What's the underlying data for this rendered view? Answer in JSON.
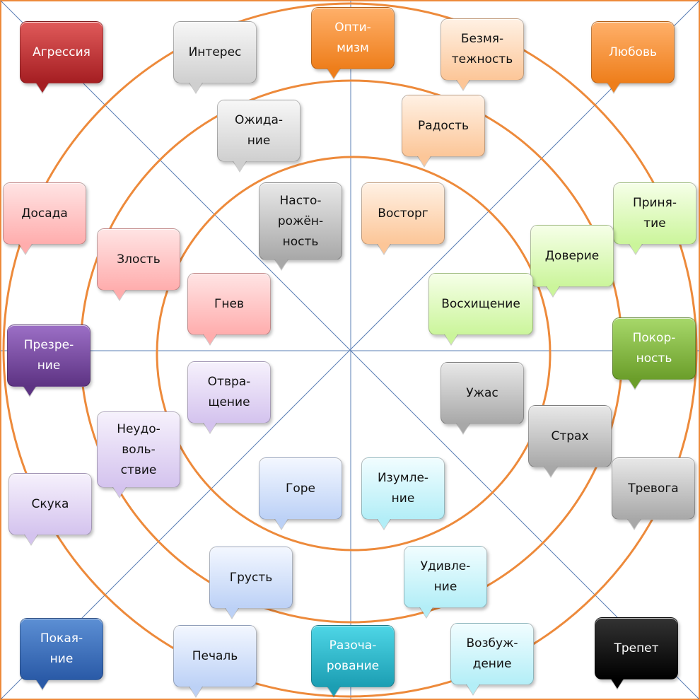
{
  "diagram": {
    "colors": {
      "ring": "#ED8A3B",
      "axis": "#5B7FB6",
      "frame": "#ED8A3B",
      "red": [
        "#E05A5A",
        "#A51E22"
      ],
      "redLight": [
        "#FFE4E4",
        "#FFADAD"
      ],
      "gray": [
        "#F7F7F7",
        "#CFCFCF"
      ],
      "grayMid": [
        "#E8E8E8",
        "#A8A8A8"
      ],
      "orange": [
        "#FFB06A",
        "#EE7E1B"
      ],
      "peach": [
        "#FFF1E4",
        "#FCC698"
      ],
      "green": [
        "#F6FFE8",
        "#CBF59B"
      ],
      "greenDark": [
        "#A7D86A",
        "#6B9E2A"
      ],
      "purple": [
        "#9C6FC6",
        "#5D3383"
      ],
      "lavender": [
        "#F6F1FC",
        "#D4C3EE"
      ],
      "blue": [
        "#F3F7FF",
        "#BCD1F6"
      ],
      "blueDark": [
        "#5C8FD4",
        "#2A5AA7"
      ],
      "cyan": [
        "#F1FDFF",
        "#B3EEF7"
      ],
      "teal": [
        "#4ED6E6",
        "#1C9EB3"
      ],
      "black": [
        "#333333",
        "#000000"
      ]
    },
    "nodes": [
      {
        "id": "agressiya",
        "label": "Агрессия",
        "tone": "red",
        "dark": true,
        "pos": [
          28,
          30,
          118,
          88
        ]
      },
      {
        "id": "interes",
        "label": "Интерес",
        "tone": "gray",
        "dark": false,
        "pos": [
          245,
          30,
          118,
          88
        ]
      },
      {
        "id": "optimizm",
        "label": "Опти-\nмизм",
        "tone": "orange",
        "dark": true,
        "pos": [
          440,
          10,
          118,
          88
        ]
      },
      {
        "id": "bezmyatezhnost",
        "label": "Безмя-\nтежность",
        "tone": "peach",
        "dark": false,
        "pos": [
          623,
          26,
          118,
          88
        ]
      },
      {
        "id": "lyubov",
        "label": "Любовь",
        "tone": "orange",
        "dark": true,
        "pos": [
          836,
          30,
          118,
          88
        ]
      },
      {
        "id": "ozhidanie",
        "label": "Ожида-\nние",
        "tone": "gray",
        "dark": false,
        "pos": [
          307,
          141,
          118,
          88
        ]
      },
      {
        "id": "radost",
        "label": "Радость",
        "tone": "peach",
        "dark": false,
        "pos": [
          568,
          134,
          118,
          88
        ]
      },
      {
        "id": "dosada",
        "label": "Досада",
        "tone": "redLight",
        "dark": false,
        "pos": [
          4,
          258,
          118,
          88
        ]
      },
      {
        "id": "nastorozhennost",
        "label": "Насто-\nрожён-\nность",
        "tone": "grayMid",
        "dark": false,
        "pos": [
          366,
          258,
          118,
          110
        ]
      },
      {
        "id": "vostorg",
        "label": "Восторг",
        "tone": "peach",
        "dark": false,
        "pos": [
          511,
          258,
          118,
          88
        ]
      },
      {
        "id": "prinyatie",
        "label": "Приня-\nтие",
        "tone": "green",
        "dark": false,
        "pos": [
          867,
          258,
          118,
          88
        ]
      },
      {
        "id": "zlost",
        "label": "Злость",
        "tone": "redLight",
        "dark": false,
        "pos": [
          137,
          323,
          118,
          88
        ]
      },
      {
        "id": "doverie",
        "label": "Доверие",
        "tone": "green",
        "dark": false,
        "pos": [
          750,
          318,
          118,
          88
        ]
      },
      {
        "id": "gnev",
        "label": "Гнев",
        "tone": "redLight",
        "dark": false,
        "pos": [
          265,
          386,
          118,
          88
        ]
      },
      {
        "id": "voskhishchenie",
        "label": "Восхищение",
        "tone": "green",
        "dark": false,
        "pos": [
          606,
          386,
          148,
          88
        ]
      },
      {
        "id": "prezrenie",
        "label": "Презре-\nние",
        "tone": "purple",
        "dark": true,
        "pos": [
          10,
          459,
          118,
          88
        ]
      },
      {
        "id": "pokornost",
        "label": "Покор-\nность",
        "tone": "greenDark",
        "dark": true,
        "pos": [
          866,
          449,
          118,
          88
        ]
      },
      {
        "id": "otvrashchenie",
        "label": "Отвра-\nщение",
        "tone": "lavender",
        "dark": false,
        "pos": [
          265,
          511,
          118,
          88
        ]
      },
      {
        "id": "uzhas",
        "label": "Ужас",
        "tone": "grayMid",
        "dark": false,
        "pos": [
          623,
          512,
          118,
          88
        ]
      },
      {
        "id": "strakh",
        "label": "Страх",
        "tone": "grayMid",
        "dark": false,
        "pos": [
          747,
          573,
          118,
          88
        ]
      },
      {
        "id": "neudovolstvie",
        "label": "Неудо-\nволь-\nствие",
        "tone": "lavender",
        "dark": false,
        "pos": [
          137,
          582,
          118,
          108
        ]
      },
      {
        "id": "gore",
        "label": "Горе",
        "tone": "blue",
        "dark": false,
        "pos": [
          366,
          647,
          118,
          88
        ]
      },
      {
        "id": "izumlenie",
        "label": "Изумле-\nние",
        "tone": "cyan",
        "dark": false,
        "pos": [
          511,
          647,
          118,
          88
        ]
      },
      {
        "id": "trevoga",
        "label": "Тревога",
        "tone": "grayMid",
        "dark": false,
        "pos": [
          865,
          647,
          118,
          88
        ]
      },
      {
        "id": "skuka",
        "label": "Скука",
        "tone": "lavender",
        "dark": false,
        "pos": [
          12,
          669,
          118,
          88
        ]
      },
      {
        "id": "grust",
        "label": "Грусть",
        "tone": "blue",
        "dark": false,
        "pos": [
          296,
          773,
          118,
          88
        ]
      },
      {
        "id": "udivlenie",
        "label": "Удивле-\nние",
        "tone": "cyan",
        "dark": false,
        "pos": [
          571,
          772,
          118,
          88
        ]
      },
      {
        "id": "pokayanie",
        "label": "Покая-\nние",
        "tone": "blueDark",
        "dark": true,
        "pos": [
          28,
          874,
          118,
          88
        ]
      },
      {
        "id": "pechal",
        "label": "Печаль",
        "tone": "blue",
        "dark": false,
        "pos": [
          245,
          884,
          118,
          88
        ]
      },
      {
        "id": "razocharovanie",
        "label": "Разоча-\nрование",
        "tone": "teal",
        "dark": true,
        "pos": [
          440,
          884,
          118,
          88
        ]
      },
      {
        "id": "vozbuzhdenie",
        "label": "Возбуж-\nдение",
        "tone": "cyan",
        "dark": false,
        "pos": [
          637,
          881,
          118,
          88
        ]
      },
      {
        "id": "trepet",
        "label": "Трепет",
        "tone": "black",
        "dark": true,
        "pos": [
          841,
          873,
          118,
          88
        ]
      }
    ]
  }
}
